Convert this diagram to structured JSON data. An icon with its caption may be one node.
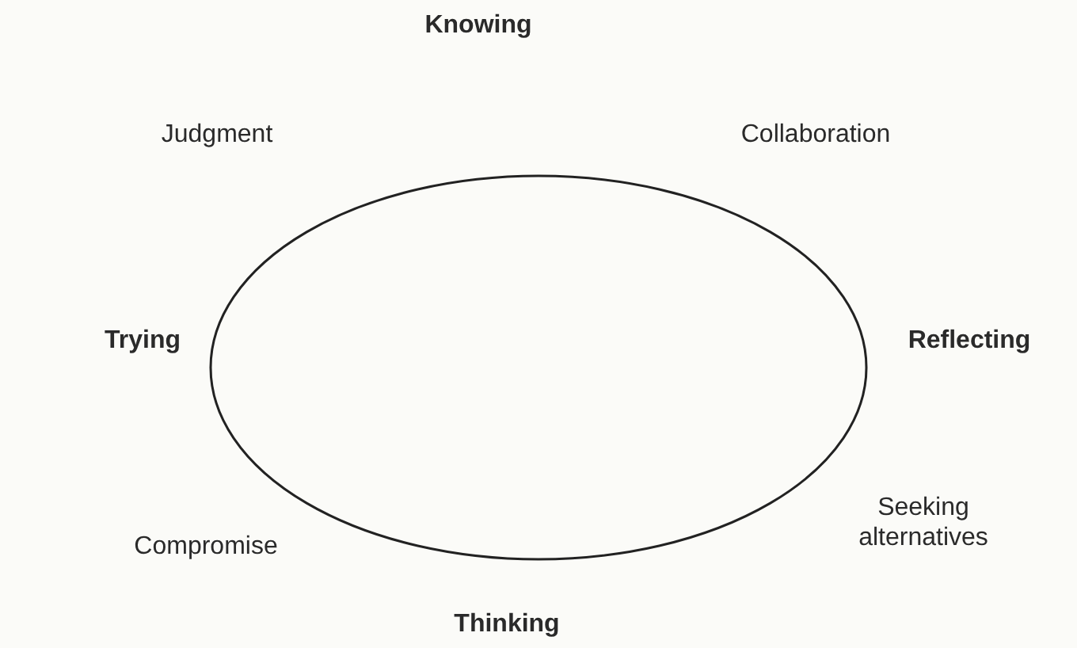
{
  "diagram": {
    "labels": [
      "Knowing",
      "Judgment",
      "Collaboration",
      "Trying",
      "Reflecting",
      "Compromise",
      "Seeking alternatives",
      "Thinking"
    ]
  }
}
